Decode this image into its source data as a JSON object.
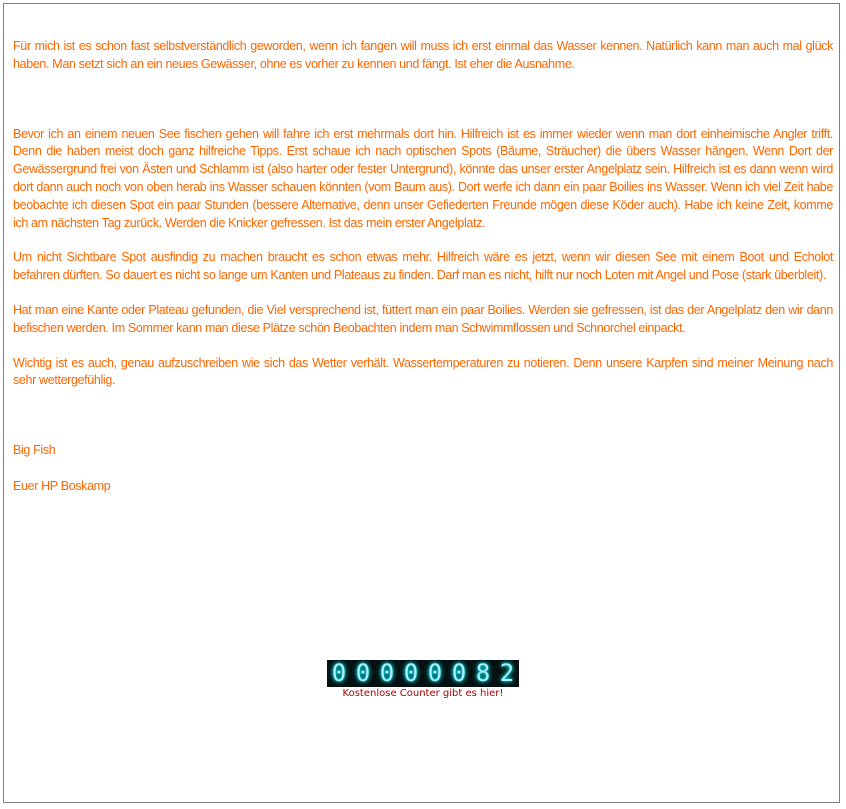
{
  "paragraphs": [
    "Für mich ist es schon fast selbstverständlich geworden, wenn ich fangen will muss ich erst einmal das Wasser kennen. Natürlich kann man auch mal glück haben. Man setzt sich an ein neues Gewässer, ohne es vorher zu kennen und fängt. Ist eher die Ausnahme.",
    "Bevor ich an einem neuen See fischen gehen will fahre ich erst mehrmals dort hin. Hilfreich ist es immer wieder wenn man dort einheimische Angler trifft. Denn die haben meist doch ganz hilfreiche Tipps. Erst schaue ich nach optischen Spots (Bäume, Sträucher) die übers Wasser hängen. Wenn Dort der Gewässergrund frei von Ästen und  Schlamm ist (also harter oder fester Untergrund), könnte das unser erster Angelplatz sein. Hilfreich ist es dann wenn wird dort dann auch noch von oben herab ins Wasser schauen könnten (vom Baum aus). Dort werfe ich dann ein paar Boilies ins Wasser. Wenn ich viel Zeit habe beobachte ich diesen Spot ein paar Stunden (bessere Alternative, denn unser Gefiederten Freunde mögen diese Köder auch). Habe ich keine Zeit, komme ich am nächsten Tag zurück. Werden die Knicker gefressen. Ist das mein erster Angelplatz.",
    "Um nicht Sichtbare Spot ausfindig zu machen braucht es schon etwas mehr. Hilfreich wäre es jetzt, wenn wir diesen See mit einem Boot und Echolot befahren dürften. So dauert es nicht so lange um Kanten und  Plateaus zu finden. Darf man es nicht, hilft nur noch Loten mit Angel und Pose (stark überbleit).",
    "Hat man eine Kante oder Plateau gefunden, die Viel versprechend ist, füttert man ein paar Boilies. Werden sie gefressen, ist das der Angelplatz den wir dann befischen werden. Im Sommer kann man diese Plätze schön Beobachten indem man Schwimmflossen und Schnorchel einpackt.",
    "Wichtig ist es auch, genau aufzuschreiben wie sich das Wetter verhält. Wassertemperaturen zu notieren. Denn unsere Karpfen sind meiner Meinung nach sehr wettergefühlig."
  ],
  "signoff": {
    "line1": "Big Fish",
    "line2": "Euer HP Boskamp"
  },
  "counter": {
    "value": "00000082",
    "link_text": "Kostenlose Counter gibt es hier!"
  },
  "colors": {
    "text": "#ff6600",
    "counter_link": "#aa0000"
  }
}
